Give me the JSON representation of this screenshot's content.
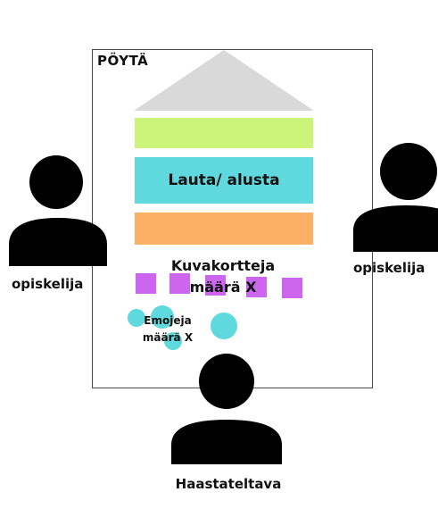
{
  "table": {
    "label": "PÖYTÄ"
  },
  "stack": {
    "board_label": "Lauta/ alusta"
  },
  "cards": {
    "label_line1": "Kuvakortteja",
    "label_line2": "määrä X"
  },
  "emojis": {
    "label_line1": "Emojeja",
    "label_line2": "määrä X"
  },
  "people": {
    "left_label": "opiskelija",
    "right_label": "opiskelija",
    "bottom_label": "Haastateltava"
  },
  "colors": {
    "roof": "#d9d9d9",
    "green_band": "#cdf47a",
    "board": "#5fd9dd",
    "orange_band": "#fcb065",
    "cards": "#cc66ef",
    "emojis": "#5fd9dd",
    "person": "#000000"
  },
  "icons": [
    "person-icon",
    "roof-triangle"
  ]
}
